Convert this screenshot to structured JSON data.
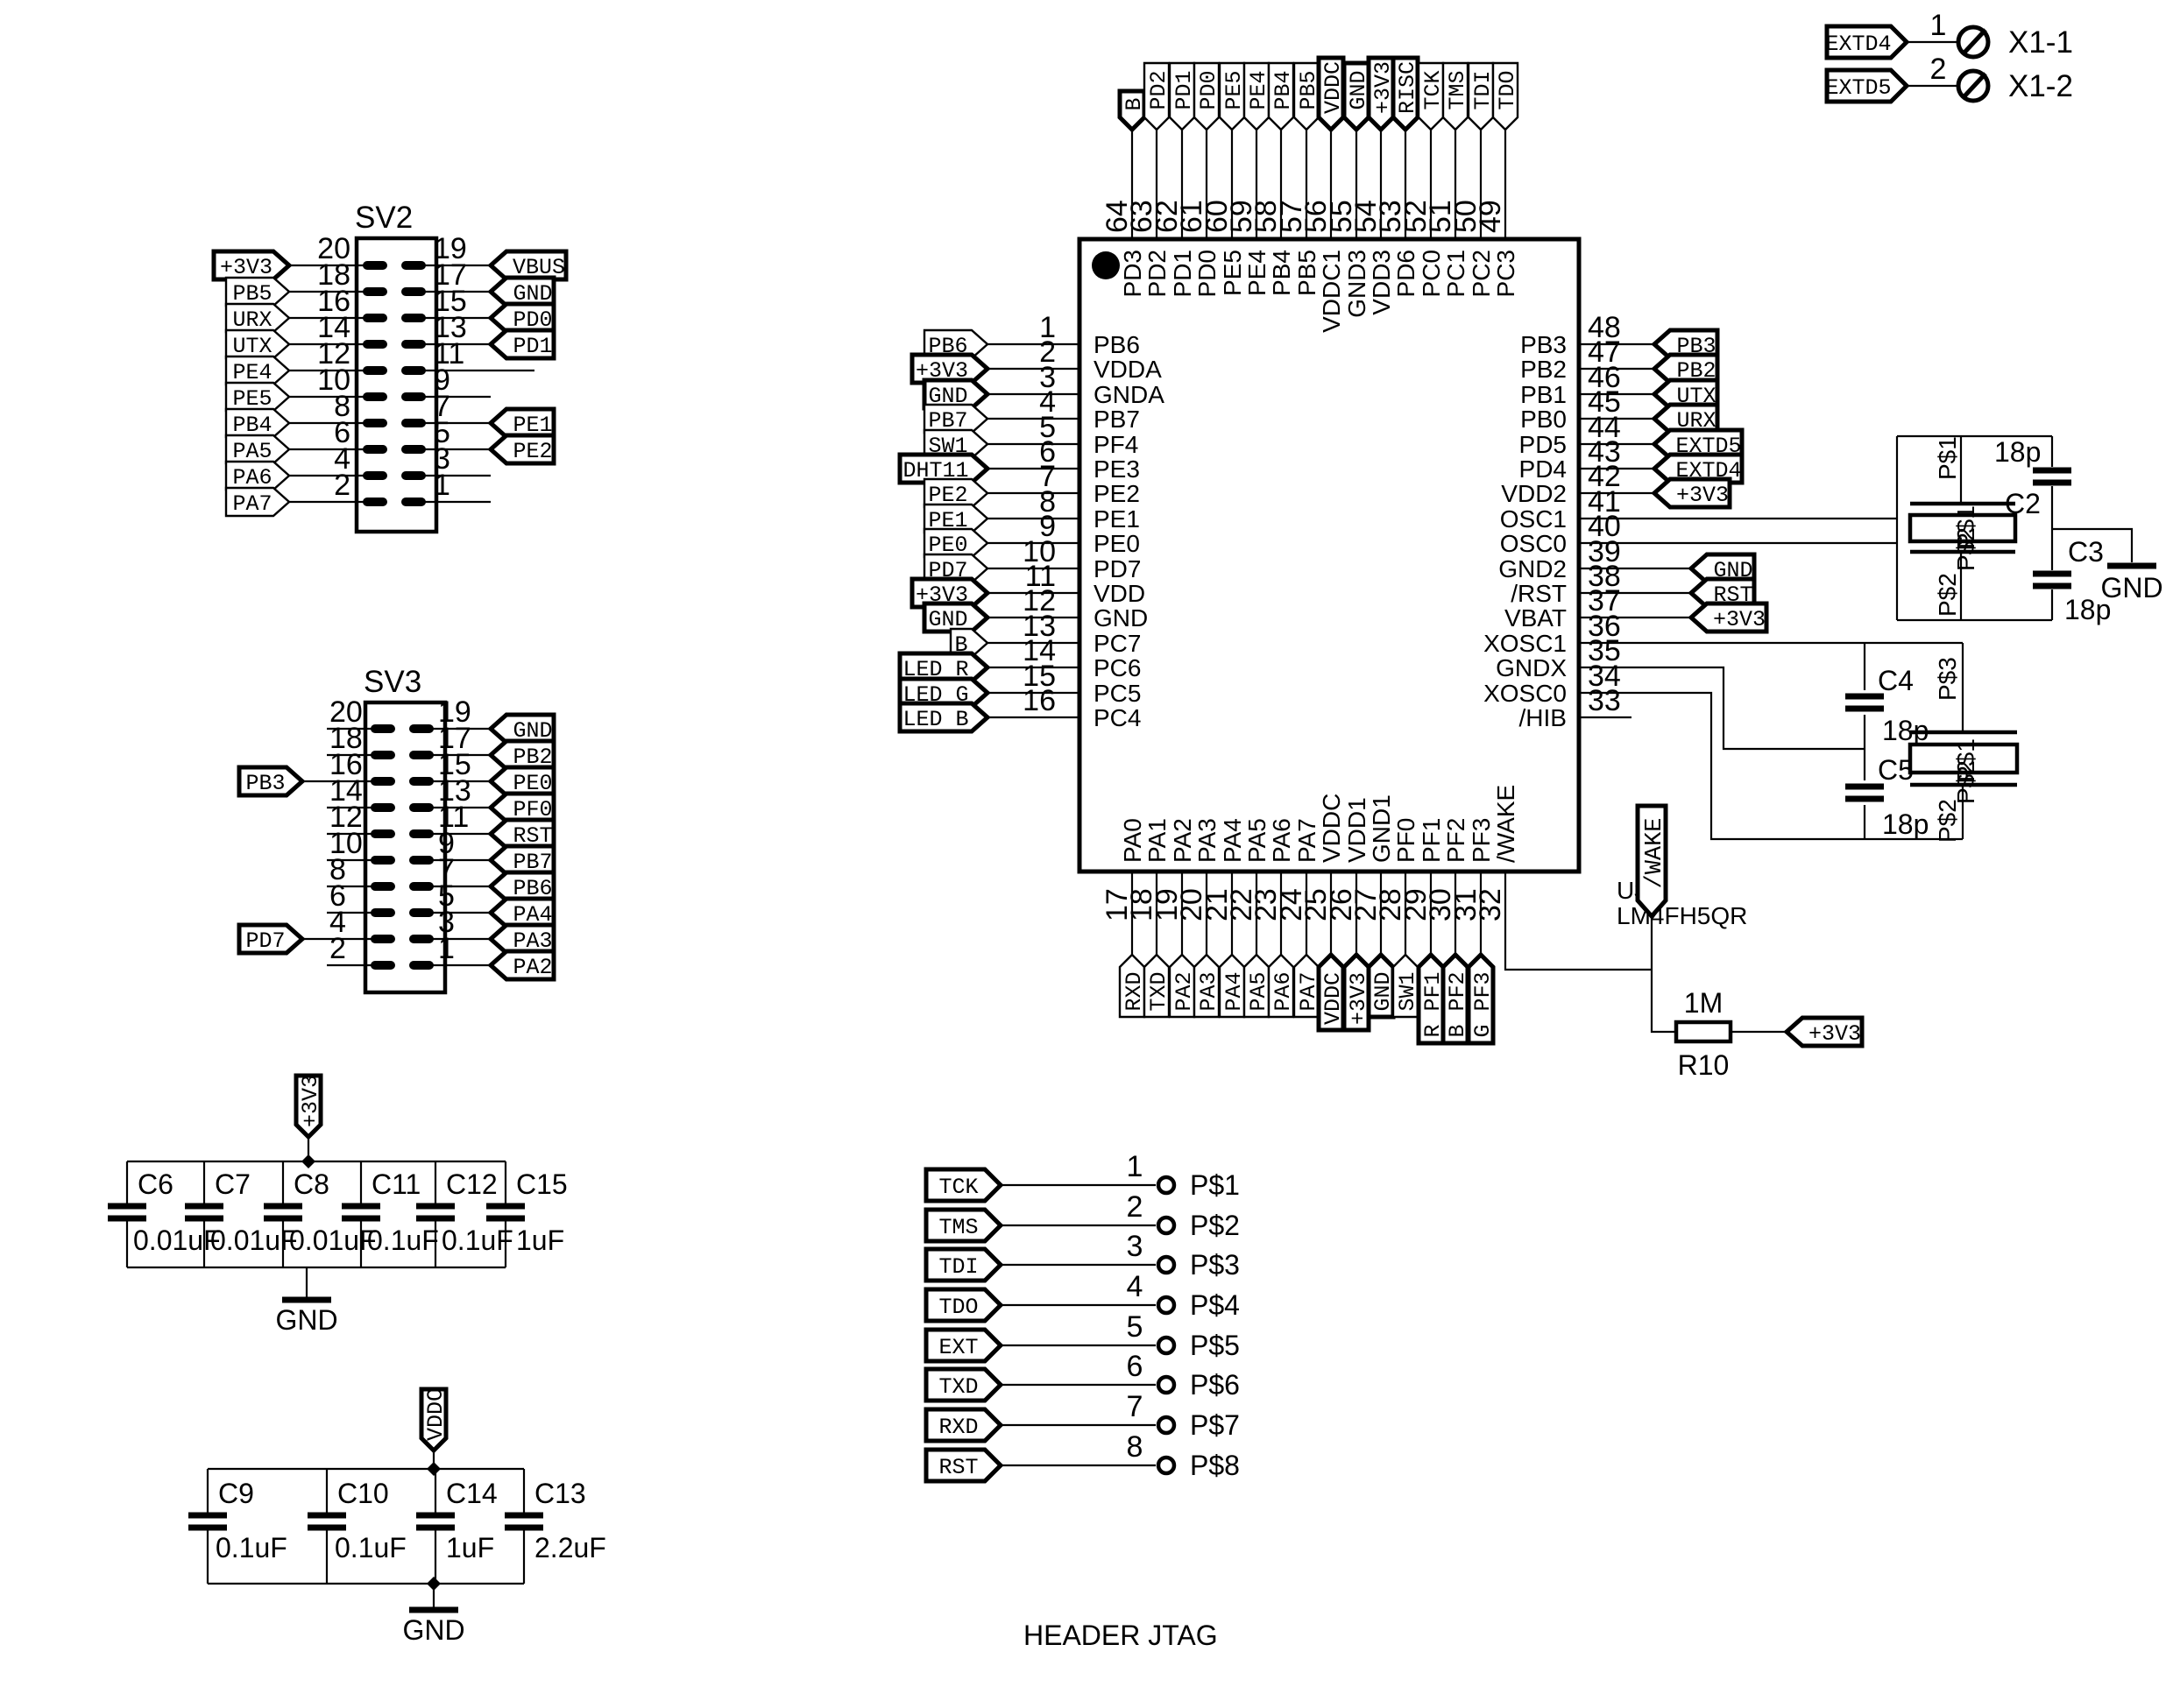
{
  "colors": {
    "ink": "#000000",
    "paper": "#ffffff"
  },
  "x1": {
    "rows": [
      {
        "flag": "EXTD4",
        "num": "1",
        "label": "X1-1"
      },
      {
        "flag": "EXTD5",
        "num": "2",
        "label": "X1-2"
      }
    ]
  },
  "sv2": {
    "title": "SV2",
    "left": [
      {
        "num": "20",
        "flag": "+3V3"
      },
      {
        "num": "18",
        "flag": "PB5"
      },
      {
        "num": "16",
        "flag": "URX"
      },
      {
        "num": "14",
        "flag": "UTX"
      },
      {
        "num": "12",
        "flag": "PE4"
      },
      {
        "num": "10",
        "flag": "PE5"
      },
      {
        "num": "8",
        "flag": "PB4"
      },
      {
        "num": "6",
        "flag": "PA5"
      },
      {
        "num": "4",
        "flag": "PA6"
      },
      {
        "num": "2",
        "flag": "PA7"
      }
    ],
    "right": [
      {
        "num": "19",
        "flag": "VBUS"
      },
      {
        "num": "17",
        "flag": "GND"
      },
      {
        "num": "15",
        "flag": "PD0"
      },
      {
        "num": "13",
        "flag": "PD1"
      },
      {
        "num": "11"
      },
      {
        "num": "9"
      },
      {
        "num": "7",
        "flag": "PE1"
      },
      {
        "num": "5",
        "flag": "PE2"
      },
      {
        "num": "3"
      },
      {
        "num": "1"
      }
    ]
  },
  "sv3": {
    "title": "SV3",
    "left": [
      {
        "num": "20"
      },
      {
        "num": "18"
      },
      {
        "num": "16",
        "flag": "PB3"
      },
      {
        "num": "14"
      },
      {
        "num": "12"
      },
      {
        "num": "10"
      },
      {
        "num": "8"
      },
      {
        "num": "6"
      },
      {
        "num": "4",
        "flag": "PD7"
      },
      {
        "num": "2"
      }
    ],
    "right": [
      {
        "num": "19",
        "flag": "GND"
      },
      {
        "num": "17",
        "flag": "PB2"
      },
      {
        "num": "15",
        "flag": "PE0"
      },
      {
        "num": "13",
        "flag": "PF0"
      },
      {
        "num": "11",
        "flag": "RST"
      },
      {
        "num": "9",
        "flag": "PB7"
      },
      {
        "num": "7",
        "flag": "PB6"
      },
      {
        "num": "5",
        "flag": "PA4"
      },
      {
        "num": "3",
        "flag": "PA3"
      },
      {
        "num": "1",
        "flag": "PA2"
      }
    ]
  },
  "ic": {
    "refdes": "U$1",
    "value": "LM4FH5QR",
    "top": [
      {
        "num": "64",
        "name": "PD3",
        "flag": "B"
      },
      {
        "num": "63",
        "name": "PD2",
        "flag": "PD2"
      },
      {
        "num": "62",
        "name": "PD1",
        "flag": "PD1"
      },
      {
        "num": "61",
        "name": "PD0",
        "flag": "PD0"
      },
      {
        "num": "60",
        "name": "PE5",
        "flag": "PE5"
      },
      {
        "num": "59",
        "name": "PE4",
        "flag": "PE4"
      },
      {
        "num": "58",
        "name": "PB4",
        "flag": "PB4"
      },
      {
        "num": "57",
        "name": "PB5",
        "flag": "PB5"
      },
      {
        "num": "56",
        "name": "VDDC1",
        "flag": "VDDC"
      },
      {
        "num": "55",
        "name": "GND3",
        "flag": "GND"
      },
      {
        "num": "54",
        "name": "VDD3",
        "flag": "+3V3"
      },
      {
        "num": "53",
        "name": "PD6",
        "flag": "RISC"
      },
      {
        "num": "52",
        "name": "PC0",
        "flag": "TCK"
      },
      {
        "num": "51",
        "name": "PC1",
        "flag": "TMS"
      },
      {
        "num": "50",
        "name": "PC2",
        "flag": "TDI"
      },
      {
        "num": "49",
        "name": "PC3",
        "flag": "TDO"
      }
    ],
    "left": [
      {
        "num": "1",
        "name": "PB6",
        "flag": "PB6"
      },
      {
        "num": "2",
        "name": "VDDA",
        "flag": "+3V3"
      },
      {
        "num": "3",
        "name": "GNDA",
        "flag": "GND"
      },
      {
        "num": "4",
        "name": "PB7",
        "flag": "PB7"
      },
      {
        "num": "5",
        "name": "PF4",
        "flag": "SW1"
      },
      {
        "num": "6",
        "name": "PE3",
        "flag": "DHT11"
      },
      {
        "num": "7",
        "name": "PE2",
        "flag": "PE2"
      },
      {
        "num": "8",
        "name": "PE1",
        "flag": "PE1"
      },
      {
        "num": "9",
        "name": "PE0",
        "flag": "PE0"
      },
      {
        "num": "10",
        "name": "PD7",
        "flag": "PD7"
      },
      {
        "num": "11",
        "name": "VDD",
        "flag": "+3V3"
      },
      {
        "num": "12",
        "name": "GND",
        "flag": "GND"
      },
      {
        "num": "13",
        "name": "PC7",
        "flag": "B"
      },
      {
        "num": "14",
        "name": "PC6",
        "flag": "LED R"
      },
      {
        "num": "15",
        "name": "PC5",
        "flag": "LED G"
      },
      {
        "num": "16",
        "name": "PC4",
        "flag": "LED B"
      }
    ],
    "right": [
      {
        "num": "48",
        "name": "PB3",
        "flag": "PB3"
      },
      {
        "num": "47",
        "name": "PB2",
        "flag": "PB2"
      },
      {
        "num": "46",
        "name": "PB1",
        "flag": "UTX"
      },
      {
        "num": "45",
        "name": "PB0",
        "flag": "URX"
      },
      {
        "num": "44",
        "name": "PD5",
        "flag": "EXTD5"
      },
      {
        "num": "43",
        "name": "PD4",
        "flag": "EXTD4"
      },
      {
        "num": "42",
        "name": "VDD2",
        "flag": "+3V3"
      },
      {
        "num": "41",
        "name": "OSC1"
      },
      {
        "num": "40",
        "name": "OSC0"
      },
      {
        "num": "39",
        "name": "GND2",
        "flag": "GND"
      },
      {
        "num": "38",
        "name": "/RST",
        "flag": "RST"
      },
      {
        "num": "37",
        "name": "VBAT",
        "flag": "+3V3"
      },
      {
        "num": "36",
        "name": "XOSC1"
      },
      {
        "num": "35",
        "name": "GNDX"
      },
      {
        "num": "34",
        "name": "XOSC0"
      },
      {
        "num": "33",
        "name": "/HIB"
      }
    ],
    "bottom": [
      {
        "num": "17",
        "name": "PA0",
        "flag": "RXD"
      },
      {
        "num": "18",
        "name": "PA1",
        "flag": "TXD"
      },
      {
        "num": "19",
        "name": "PA2",
        "flag": "PA2"
      },
      {
        "num": "20",
        "name": "PA3",
        "flag": "PA3"
      },
      {
        "num": "21",
        "name": "PA4",
        "flag": "PA4"
      },
      {
        "num": "22",
        "name": "PA5",
        "flag": "PA5"
      },
      {
        "num": "23",
        "name": "PA6",
        "flag": "PA6"
      },
      {
        "num": "24",
        "name": "PA7",
        "flag": "PA7"
      },
      {
        "num": "25",
        "name": "VDDC",
        "flag": "VDDC"
      },
      {
        "num": "26",
        "name": "VDD1",
        "flag": "+3V3"
      },
      {
        "num": "27",
        "name": "GND1",
        "flag": "GND"
      },
      {
        "num": "28",
        "name": "PF0",
        "flag": "SW1"
      },
      {
        "num": "29",
        "name": "PF1",
        "flag": "R PF1"
      },
      {
        "num": "30",
        "name": "PF2",
        "flag": "B PF2"
      },
      {
        "num": "31",
        "name": "PF3",
        "flag": "G PF3"
      },
      {
        "num": "32",
        "name": "/WAKE"
      }
    ]
  },
  "xtal1": {
    "cap_top": {
      "name": "C2",
      "value": "18p"
    },
    "cap_bot": {
      "name": "C3",
      "value": "18p"
    },
    "pad_top": "P$1",
    "pad_bot": "P$2",
    "gnd": "GND"
  },
  "xtal2": {
    "cap_top": {
      "name": "C4",
      "value": "18p"
    },
    "cap_bot": {
      "name": "C5",
      "value": "18p"
    },
    "pad_top": "P$3",
    "pad_bot": "P$2",
    "pad_a": "P$1",
    "pad_b": "P$2"
  },
  "r10": {
    "name": "R10",
    "value": "1M",
    "flag": "+3V3"
  },
  "wake_flag": "/WAKE",
  "bank1": {
    "flag": "+3V3",
    "gnd": "GND",
    "caps": [
      {
        "name": "C6",
        "value": "0.01uF"
      },
      {
        "name": "C7",
        "value": "0.01uF"
      },
      {
        "name": "C8",
        "value": "0.01uF"
      },
      {
        "name": "C11",
        "value": "0.1uF"
      },
      {
        "name": "C12",
        "value": "0.1uF"
      },
      {
        "name": "C15",
        "value": "1uF"
      }
    ]
  },
  "bank2": {
    "flag": "VDDC",
    "gnd": "GND",
    "caps": [
      {
        "name": "C9",
        "value": "0.1uF"
      },
      {
        "name": "C10",
        "value": "0.1uF"
      },
      {
        "name": "C14",
        "value": "1uF"
      },
      {
        "name": "C13",
        "value": "2.2uF"
      }
    ]
  },
  "jtag": {
    "caption": "HEADER JTAG",
    "rows": [
      {
        "flag": "TCK",
        "num": "1",
        "pad": "P$1"
      },
      {
        "flag": "TMS",
        "num": "2",
        "pad": "P$2"
      },
      {
        "flag": "TDI",
        "num": "3",
        "pad": "P$3"
      },
      {
        "flag": "TDO",
        "num": "4",
        "pad": "P$4"
      },
      {
        "flag": "EXT",
        "num": "5",
        "pad": "P$5"
      },
      {
        "flag": "TXD",
        "num": "6",
        "pad": "P$6"
      },
      {
        "flag": "RXD",
        "num": "7",
        "pad": "P$7"
      },
      {
        "flag": "RST",
        "num": "8",
        "pad": "P$8"
      }
    ]
  }
}
